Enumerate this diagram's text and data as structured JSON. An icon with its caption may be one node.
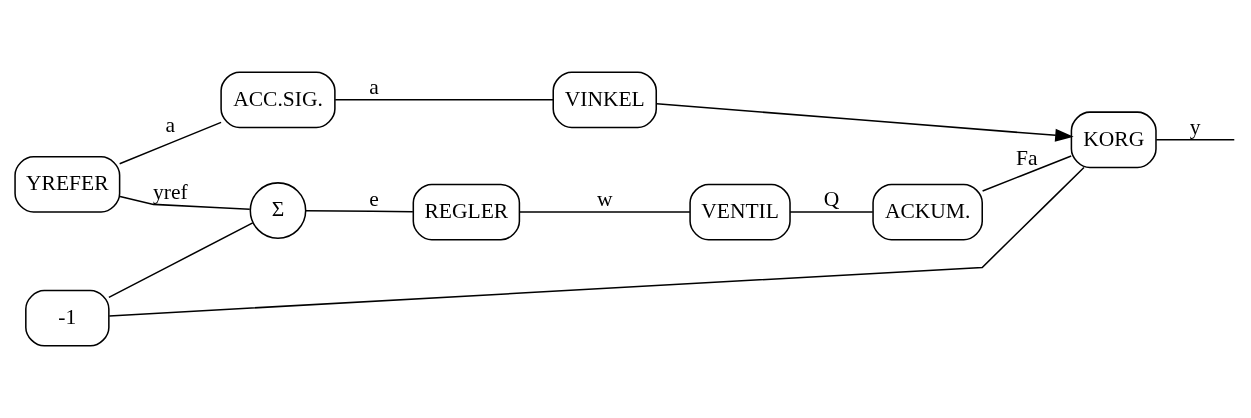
{
  "diagram": {
    "nodes": [
      {
        "text": [
          "ACC.SIG."
        ]
      },
      {
        "text": [
          "YREFER"
        ]
      },
      {
        "text": [
          "VINKEL"
        ]
      },
      {
        "text": [
          "Σ"
        ]
      },
      {
        "text": [
          "REGLER"
        ]
      },
      {
        "text": [
          "VENTIL"
        ]
      },
      {
        "text": [
          "ACKUM."
        ]
      },
      {
        "text": [
          "KORG"
        ]
      },
      {
        "text": [
          "-1"
        ]
      }
    ],
    "edges": [
      {
        "from": 1,
        "to": 0,
        "arrow": "none",
        "label": "a"
      },
      {
        "from": 0,
        "to": 2,
        "arrow": "none",
        "label": "a"
      },
      {
        "from": 2,
        "to": 7,
        "arrow": "to"
      },
      {
        "from": 1,
        "to": 3,
        "arrow": "none",
        "label": "yref"
      },
      {
        "from": 3,
        "to": 4,
        "arrow": "none",
        "label": "e"
      },
      {
        "from": 4,
        "to": 5,
        "arrow": "none",
        "label": "w"
      },
      {
        "from": 5,
        "to": 6,
        "arrow": "none",
        "label": "Q"
      },
      {
        "from": 6,
        "to": 7,
        "arrow": "none",
        "label": "Fa"
      },
      {
        "from": 7,
        "to": null,
        "arrow": "none",
        "label": "y"
      },
      {
        "from": 7,
        "to": 8,
        "arrow": "none"
      },
      {
        "from": 8,
        "to": 3,
        "arrow": "none"
      }
    ]
  }
}
